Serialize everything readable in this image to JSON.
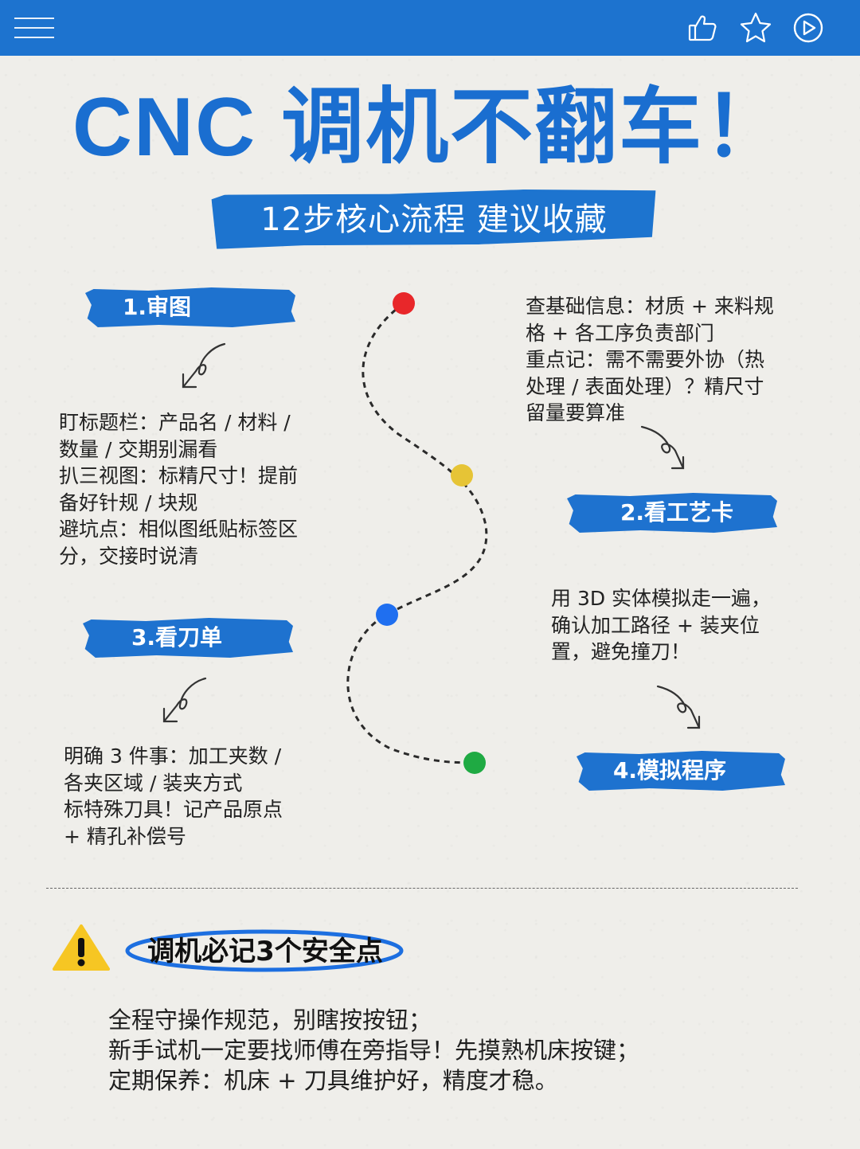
{
  "header": {
    "menu_icon": "menu-icon",
    "actions": [
      {
        "icon": "thumbs-up-icon"
      },
      {
        "icon": "star-icon"
      },
      {
        "icon": "play-icon"
      }
    ],
    "bar_color": "#1d73cf"
  },
  "title": "CNC 调机不翻车！",
  "subtitle": "12步核心流程  建议收藏",
  "steps": {
    "s1": {
      "label": "1.审图",
      "text": "盯标题栏：产品名 / 材料 /\n数量 / 交期别漏看\n扒三视图：标精尺寸！提前\n备好针规 / 块规\n避坑点：相似图纸贴标签区\n分，交接时说清"
    },
    "s2": {
      "label": "2.看工艺卡",
      "text": "查基础信息：材质 + 来料规\n格 + 各工序负责部门\n重点记：需不需要外协（热\n处理 / 表面处理）？精尺寸\n留量要算准"
    },
    "s3": {
      "label": "3.看刀单",
      "text": "明确 3 件事：加工夹数 /\n各夹区域 / 装夹方式\n标特殊刀具！记产品原点\n + 精孔补偿号"
    },
    "s4": {
      "label": "4.模拟程序",
      "text": "用 3D 实体模拟走一遍，\n确认加工路径 + 装夹位\n置，避免撞刀！"
    }
  },
  "path_dots": {
    "colors": [
      "#e8272a",
      "#e6c436",
      "#1f6ff0",
      "#1faa43"
    ]
  },
  "safety": {
    "heading": "调机必记3个安全点",
    "lines": "全程守操作规范，别瞎按按钮；\n新手试机一定要找师傅在旁指导！先摸熟机床按键；\n定期保养：机床 + 刀具维护好，精度才稳。"
  },
  "colors": {
    "accent": "#1d73cf",
    "background": "#efeeea"
  }
}
